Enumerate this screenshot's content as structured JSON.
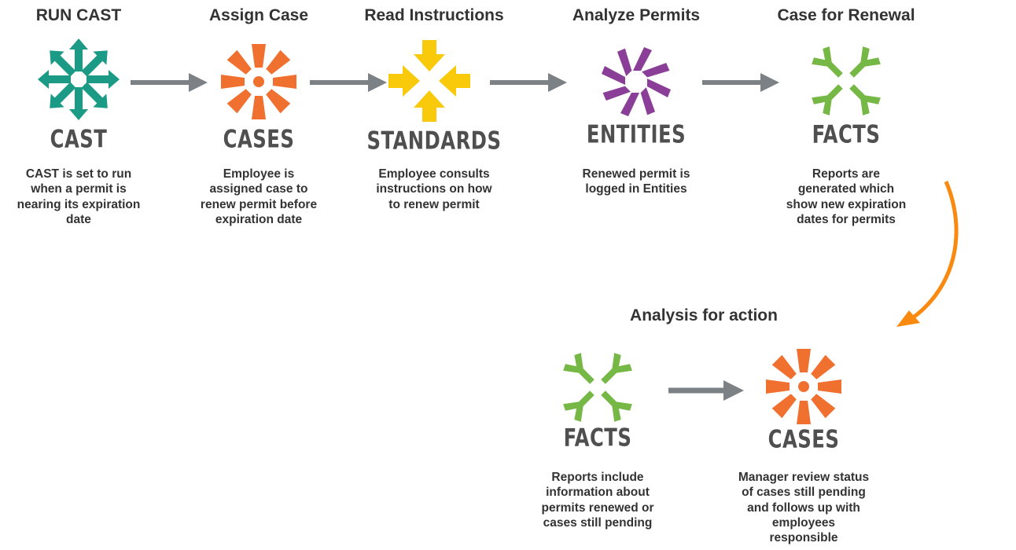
{
  "steps": [
    {
      "title": "RUN CAST",
      "word": "CAST",
      "icon": "cast-icon",
      "color": "#1b9a85",
      "desc": "CAST is set to run\nwhen a permit is\nnearing its expiration\ndate"
    },
    {
      "title": "Assign Case",
      "word": "CASES",
      "icon": "cases-icon",
      "color": "#f07030",
      "desc": "Employee is\nassigned case to\nrenew permit before\nexpiration date"
    },
    {
      "title": "Read Instructions",
      "word": "STANDARDS",
      "icon": "standards-icon",
      "color": "#f9c90c",
      "desc": "Employee consults\ninstructions on how\nto renew permit"
    },
    {
      "title": "Analyze Permits",
      "word": "ENTITIES",
      "icon": "entities-icon",
      "color": "#8a3e98",
      "desc": "Renewed permit is\nlogged in Entities"
    },
    {
      "title": "Case for Renewal",
      "word": "FACTS",
      "icon": "facts-icon",
      "color": "#76b845",
      "desc": "Reports are\ngenerated which\nshow new expiration\ndates for permits"
    }
  ],
  "analysis": {
    "title": "Analysis for action",
    "steps": [
      {
        "word": "FACTS",
        "icon": "facts-icon",
        "color": "#76b845",
        "desc": "Reports include\ninformation about\npermits renewed or\ncases still pending"
      },
      {
        "word": "CASES",
        "icon": "cases-icon",
        "color": "#f07030",
        "desc": "Manager review status\nof cases still pending\nand follows up with\nemployees\nresponsible"
      }
    ]
  },
  "colors": {
    "arrow": "#7b8185",
    "curve_arrow": "#f98a0f"
  }
}
